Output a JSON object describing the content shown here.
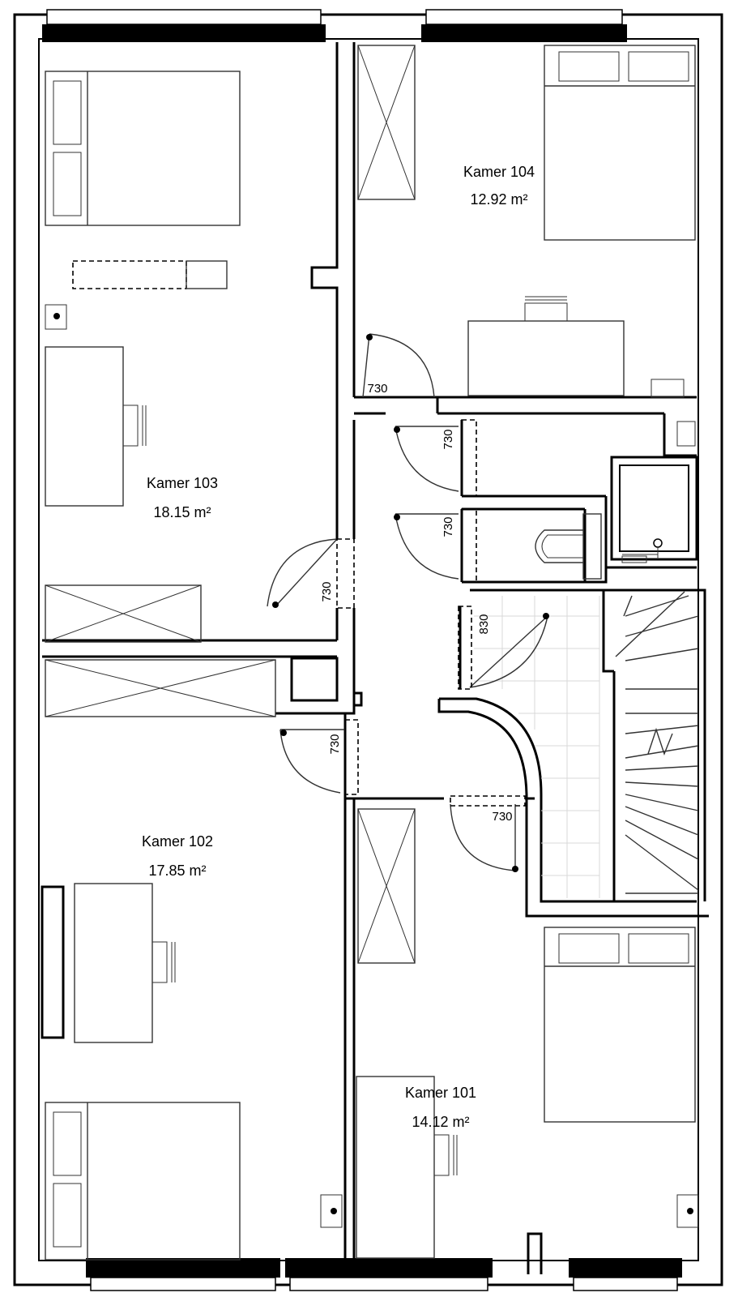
{
  "rooms": [
    {
      "id": "104",
      "name": "Kamer 104",
      "area": "12.92 m²"
    },
    {
      "id": "103",
      "name": "Kamer 103",
      "area": "18.15 m²"
    },
    {
      "id": "102",
      "name": "Kamer 102",
      "area": "17.85 m²"
    },
    {
      "id": "101",
      "name": "Kamer 101",
      "area": "14.12 m²"
    }
  ],
  "doors": [
    {
      "id": "d1",
      "width": "730"
    },
    {
      "id": "d2",
      "width": "730"
    },
    {
      "id": "d3",
      "width": "730"
    },
    {
      "id": "d4",
      "width": "730"
    },
    {
      "id": "d5",
      "width": "830"
    },
    {
      "id": "d6",
      "width": "730"
    },
    {
      "id": "d7",
      "width": "730"
    }
  ]
}
